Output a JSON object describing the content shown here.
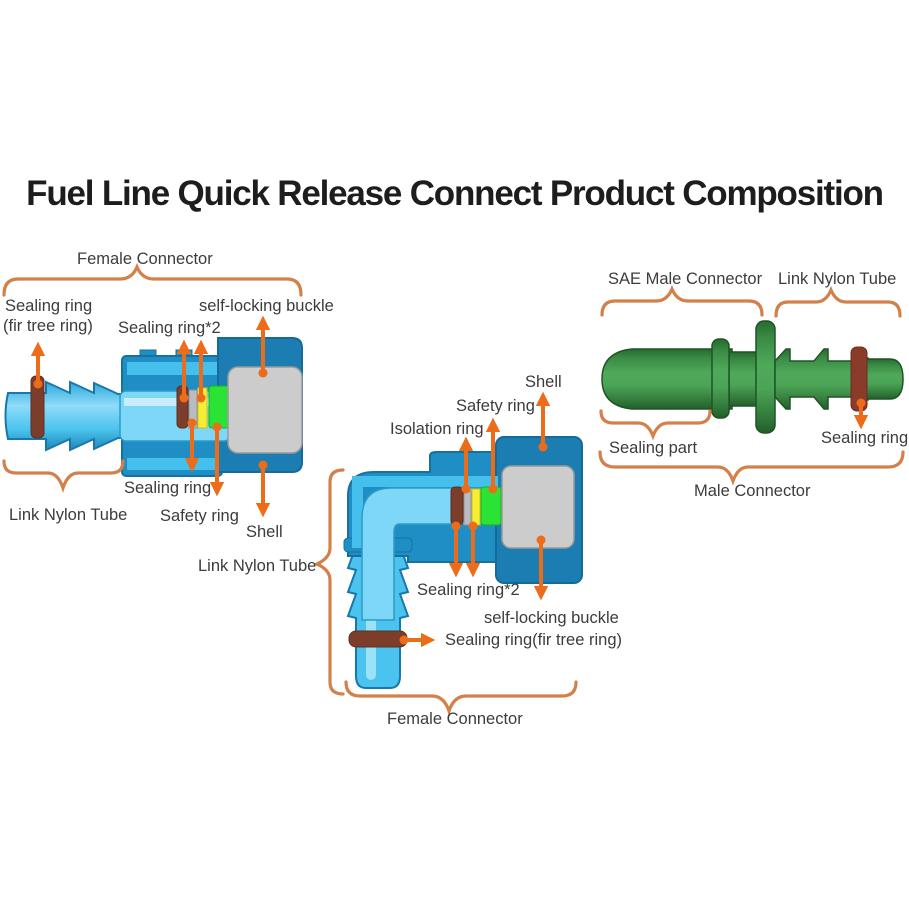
{
  "title": "Fuel Line Quick Release Connect Product Composition",
  "colors": {
    "arrow": "#ED6C1A",
    "brace": "#D3804A",
    "body_blue": "#1F8EC4",
    "body_blue_dark": "#1B7DB2",
    "tube_cyan": "#4AC3EE",
    "inner_tube": "#7ED7F6",
    "ring_brown": "#7C3D2B",
    "ring_gray": "#B9BCC2",
    "ring_yellow": "#F6EE33",
    "ring_green": "#2BE335",
    "shell_gray": "#CCCCCC",
    "male_green": "#3F9A4A"
  },
  "labels": {
    "straight": {
      "connector": "Female Connector",
      "sealing_ring_fir_1": "Sealing ring",
      "sealing_ring_fir_2": "(fir tree ring)",
      "sealing_ring_x2": "Sealing ring*2",
      "self_locking_buckle": "self-locking buckle",
      "sealing_ring": "Sealing ring",
      "link_nylon_tube": "Link Nylon Tube",
      "safety_ring": "Safety ring",
      "shell": "Shell"
    },
    "elbow": {
      "shell": "Shell",
      "safety_ring": "Safety ring",
      "isolation_ring": "Isolation ring",
      "link_nylon_tube": "Link Nylon Tube",
      "sealing_ring_x2": "Sealing ring*2",
      "self_locking_buckle": "self-locking buckle",
      "sealing_ring_fir": "Sealing ring(fir tree ring)",
      "connector": "Female Connector"
    },
    "male": {
      "sae": "SAE Male Connector",
      "link_nylon_tube": "Link Nylon Tube",
      "sealing_part": "Sealing part",
      "sealing_ring": "Sealing ring",
      "connector": "Male Connector"
    }
  }
}
